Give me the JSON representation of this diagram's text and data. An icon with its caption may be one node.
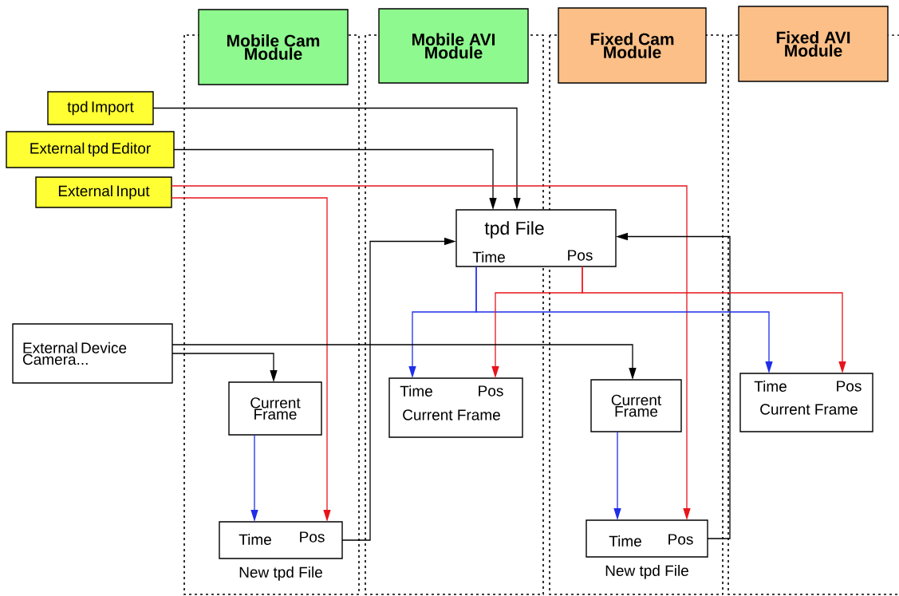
{
  "diagram": {
    "nodes": [
      {
        "text": [
          "Mobile Cam Module"
        ]
      },
      {
        "text": [
          "Mobile AVI Module"
        ]
      },
      {
        "text": [
          "Fixed Cam Module"
        ]
      },
      {
        "text": [
          "Fixed AVI Module"
        ]
      },
      {
        "text": [
          "tpd Import"
        ]
      },
      {
        "text": [
          "External tpd Editor"
        ]
      },
      {
        "text": [
          "External Input"
        ]
      },
      {
        "text": [
          "tpd File",
          "Time",
          "Pos"
        ]
      },
      {
        "text": [
          "External Device Camera..."
        ]
      },
      {
        "text": [
          "Current Frame"
        ]
      },
      {
        "text": [
          "Time",
          "Pos"
        ],
        "beside": [
          "New tpd File"
        ]
      },
      {
        "text": [
          "Time",
          "Pos",
          "Current Frame"
        ]
      },
      {
        "text": [
          "Current Frame"
        ]
      },
      {
        "text": [
          "Time",
          "Pos"
        ],
        "beside": [
          "New tpd File"
        ]
      },
      {
        "text": [
          "Time",
          "Pos",
          "Current Frame"
        ]
      }
    ],
    "edges": [
      {
        "from": 4,
        "to": 7,
        "arrow": "to"
      },
      {
        "from": 5,
        "to": 7,
        "arrow": "to"
      },
      {
        "from": 6,
        "to": 13,
        "arrow": "to",
        "color": "#e8141b"
      },
      {
        "from": 6,
        "to": 10,
        "arrow": "to",
        "color": "#e8141b"
      },
      {
        "from": 10,
        "to": 7,
        "arrow": "to"
      },
      {
        "from": 13,
        "to": 7,
        "arrow": "to"
      },
      {
        "from": 7,
        "to": 11,
        "arrow": "to",
        "color": "#1f2ee8"
      },
      {
        "from": 7,
        "to": 14,
        "arrow": "to",
        "color": "#1f2ee8"
      },
      {
        "from": 7,
        "to": 11,
        "arrow": "to",
        "color": "#e8141b"
      },
      {
        "from": 7,
        "to": 14,
        "arrow": "to",
        "color": "#e8141b"
      },
      {
        "from": 8,
        "to": 9,
        "arrow": "to"
      },
      {
        "from": 8,
        "to": 12,
        "arrow": "to"
      },
      {
        "from": 9,
        "to": 10,
        "arrow": "to",
        "color": "#1f2ee8"
      },
      {
        "from": 12,
        "to": 13,
        "arrow": "to",
        "color": "#1f2ee8"
      }
    ]
  }
}
